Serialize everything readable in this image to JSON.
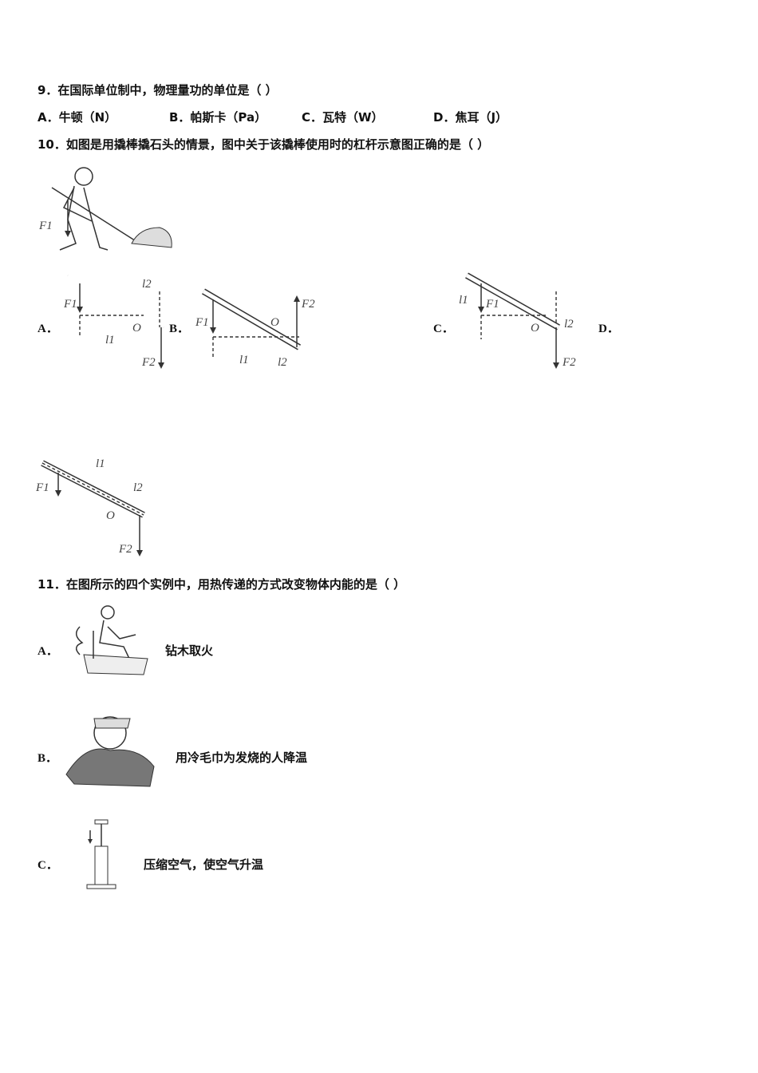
{
  "q9": {
    "stem": "9．在国际单位制中，物理量功的单位是（  ）",
    "options": [
      "A．牛顿（N）",
      "B．帕斯卡（Pa）",
      "C．瓦特（W）",
      "D．焦耳（J）"
    ]
  },
  "q10": {
    "stem": "10．如图是用撬棒撬石头的情景，图中关于该撬棒使用时的杠杆示意图正确的是（    ）",
    "figure_label": "F1",
    "option_labels": [
      "A．",
      "B．",
      "C．",
      "D．"
    ],
    "diagram_labels": {
      "F1": "F1",
      "F2": "F2",
      "l1": "l1",
      "l2": "l2",
      "O": "O"
    }
  },
  "q11": {
    "stem": "11．在图所示的四个实例中，用热传递的方式改变物体内能的是（        ）",
    "options": [
      {
        "label": "A．",
        "text": "钻木取火"
      },
      {
        "label": "B．",
        "text": "用冷毛巾为发烧的人降温"
      },
      {
        "label": "C．",
        "text": "压缩空气，使空气升温"
      }
    ]
  }
}
